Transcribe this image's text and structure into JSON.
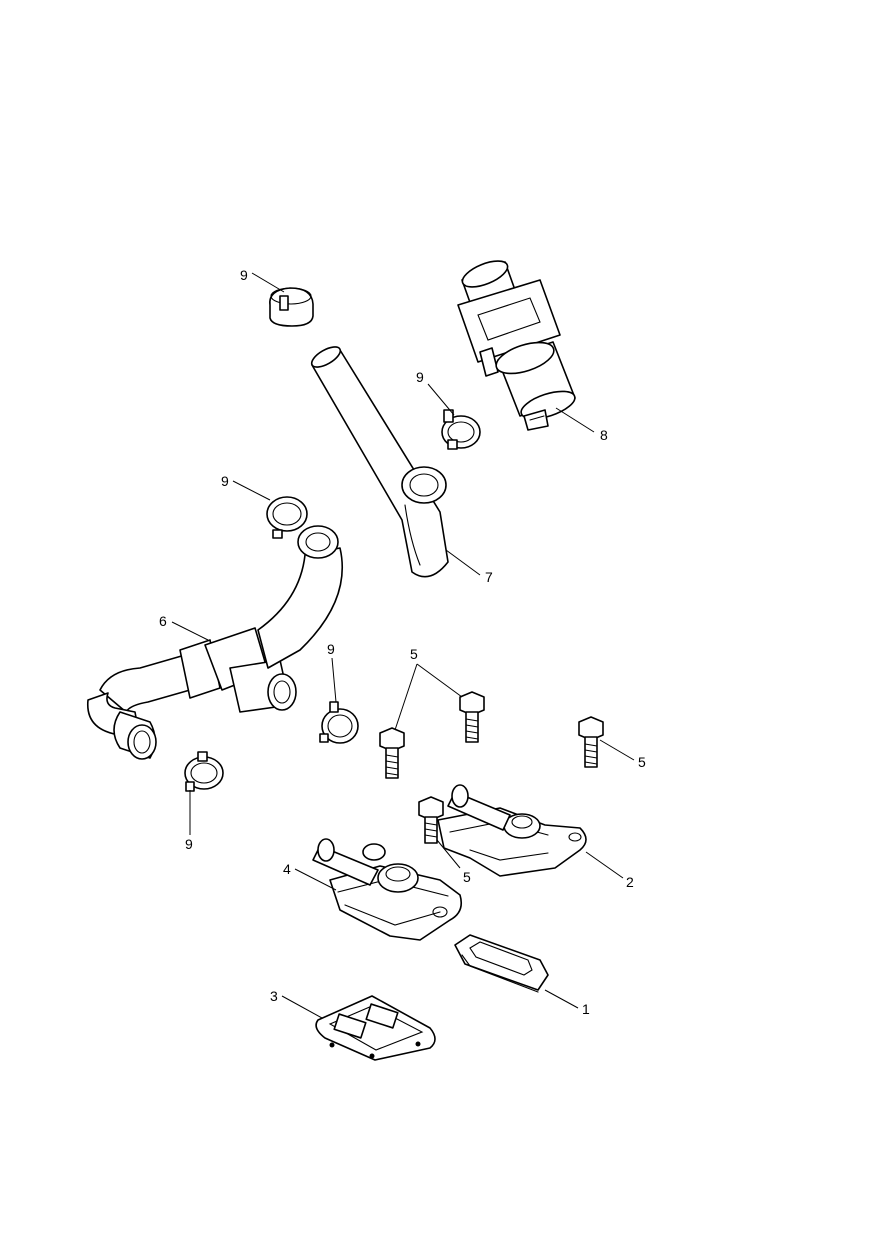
{
  "diagram": {
    "callouts": {
      "c1": "1",
      "c2": "2",
      "c3": "3",
      "c4": "4",
      "c5a": "5",
      "c5b": "5",
      "c5c": "5",
      "c6": "6",
      "c7": "7",
      "c8": "8",
      "c9a": "9",
      "c9b": "9",
      "c9c": "9",
      "c9d": "9",
      "c9e": "9"
    }
  }
}
